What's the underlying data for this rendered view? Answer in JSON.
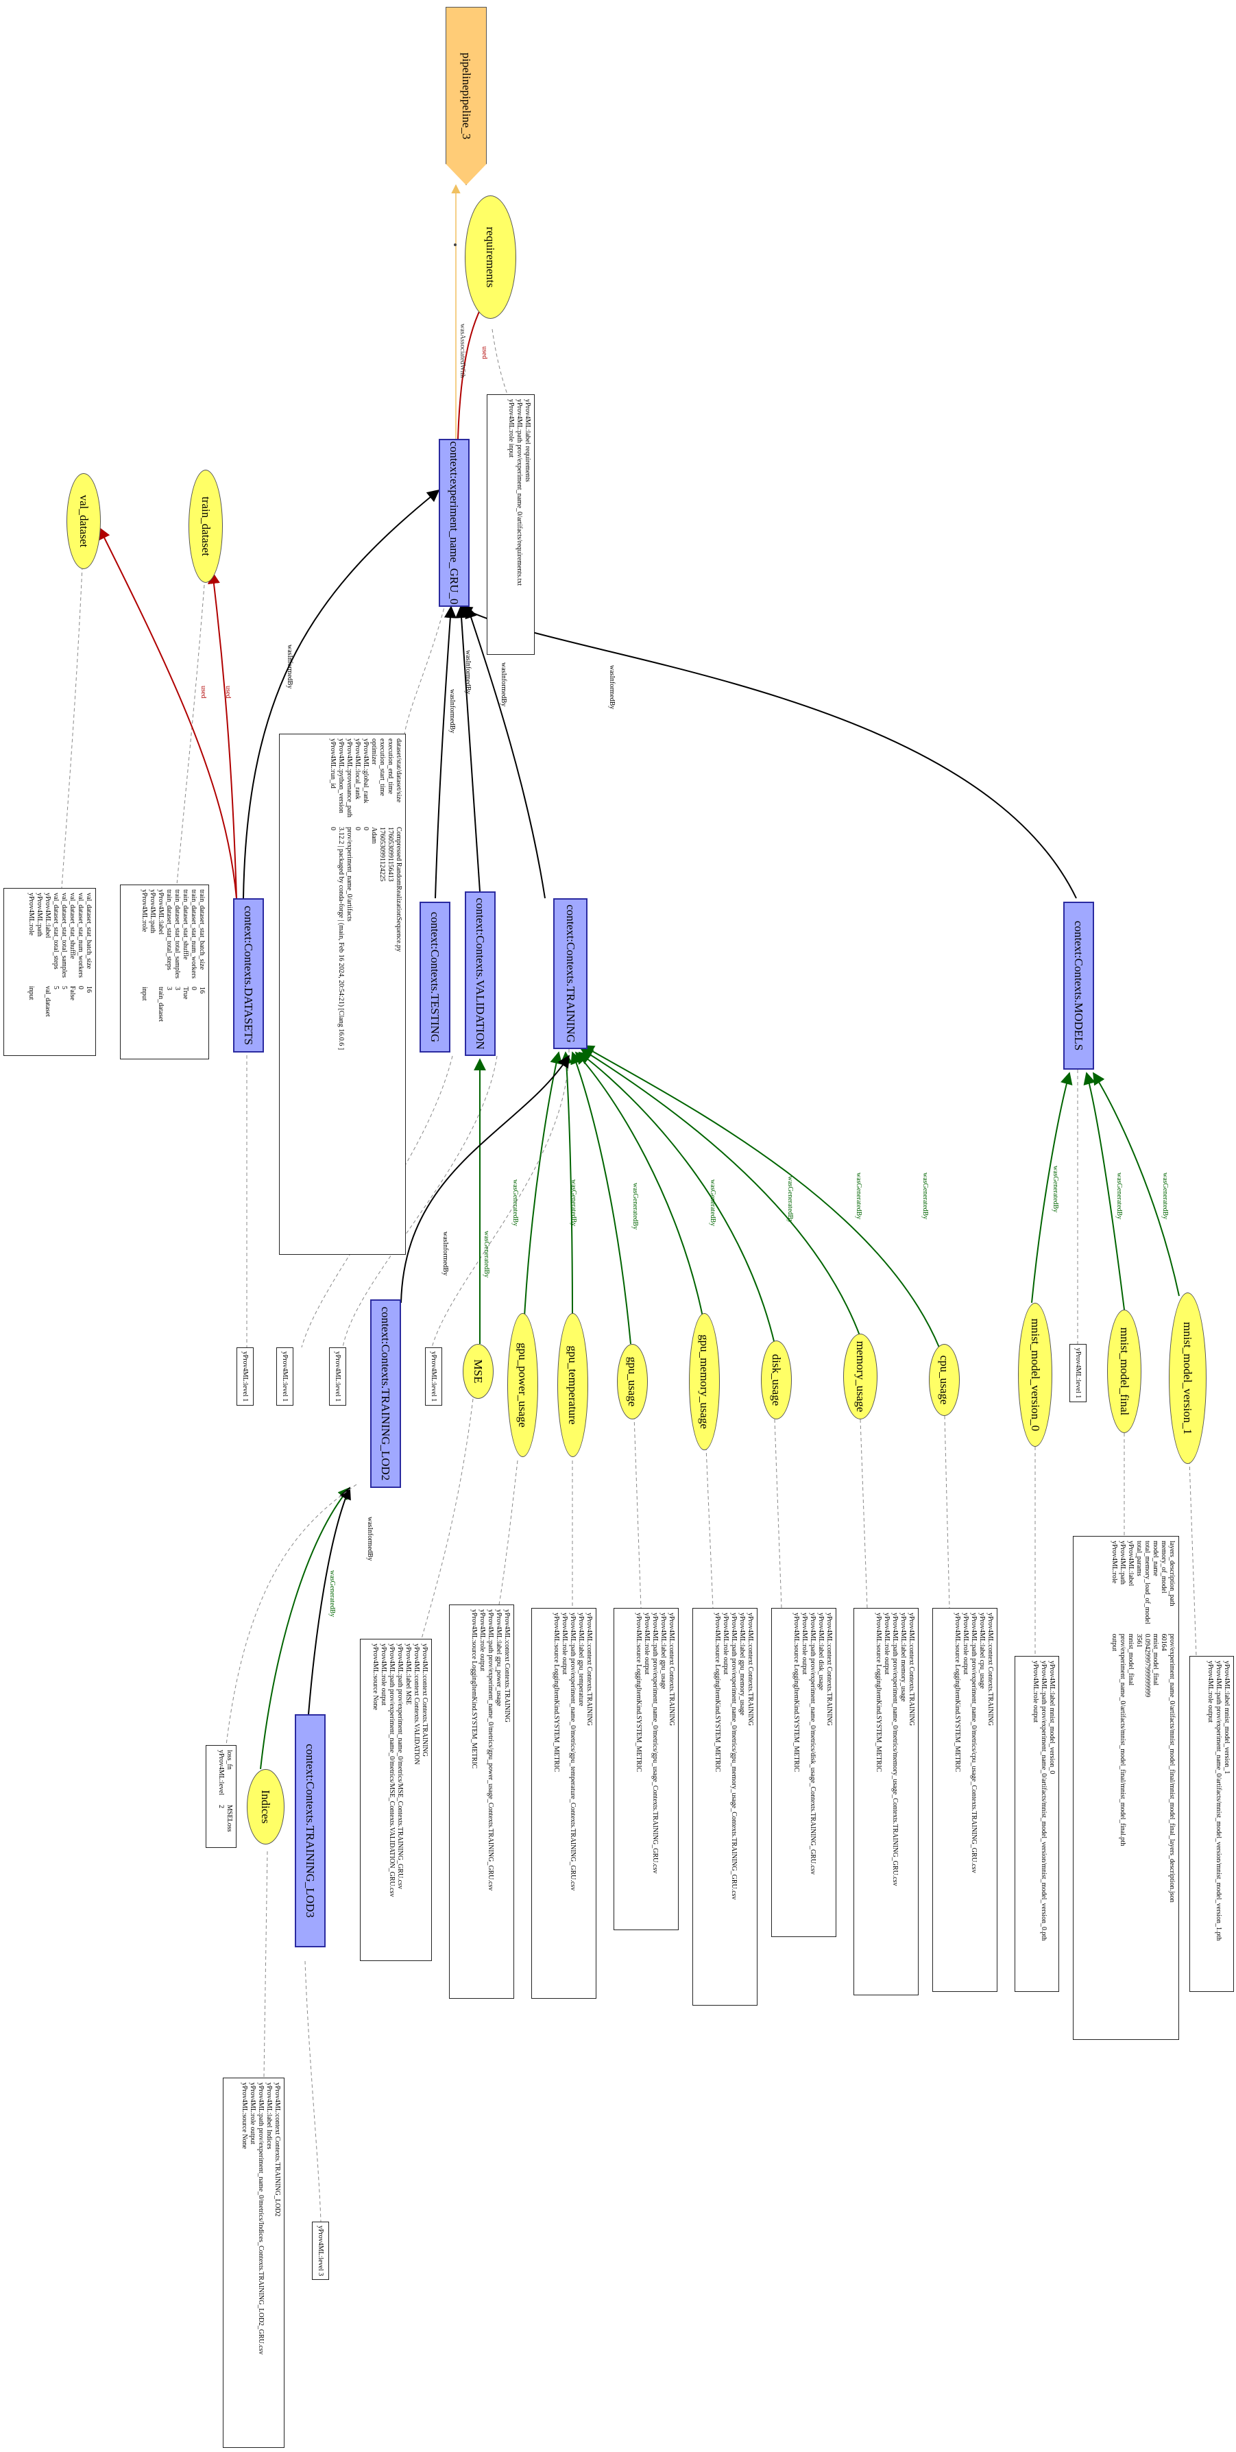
{
  "pipeline": {
    "label": "pipelinepipeline_3"
  },
  "experiment": {
    "label": "context:experiment_name_GRU_0"
  },
  "contexts": {
    "datasets": "context:Contexts.DATASETS",
    "testing": "context:Contexts.TESTING",
    "validation": "context:Contexts.VALIDATION",
    "training": "context:Contexts.TRAINING",
    "models": "context:Contexts.MODELS",
    "training_lod2": "context:Contexts.TRAINING_LOD2",
    "training_lod3": "context:Contexts.TRAINING_LOD3"
  },
  "artifacts": {
    "requirements": "requirements",
    "train_dataset": "train_dataset",
    "val_dataset": "val_dataset",
    "mse": "MSE",
    "gpu_power_usage": "gpu_power_usage",
    "gpu_temperature": "gpu_temperature",
    "gpu_usage": "gpu_usage",
    "gpu_memory_usage": "gpu_memory_usage",
    "disk_usage": "disk_usage",
    "memory_usage": "memory_usage",
    "cpu_usage": "cpu_usage",
    "mnist_model_version_0": "mnist_model_version_0",
    "mnist_model_final": "mnist_model_final",
    "mnist_model_version_1": "mnist_model_version_1",
    "indices": "Indices"
  },
  "edge_labels": {
    "was_associated_with": "wasAssociatedWith",
    "was_informed_by": "wasInformedBy",
    "used": "used",
    "was_generated_by": "wasGeneratedBy"
  },
  "notes": {
    "requirements": [
      "yProv4ML:label    requirements",
      "yProv4ML:path    prov/experiment_name_0/artifacts/requirements.txt",
      "yProv4ML:role    input"
    ],
    "experiment": [
      [
        "dataset/stat/dataset/size",
        "Compressed    RandomRealizationSequence.py"
      ],
      [
        "execution_end_time",
        "1760530991156413"
      ],
      [
        "execution_start_time",
        "1760530991124225"
      ],
      [
        "optimizer",
        "Adam"
      ],
      [
        "yProv4ML:global_rank",
        "0"
      ],
      [
        "yProv4ML:local_rank",
        "0"
      ],
      [
        "yProv4ML:provenance_path",
        "prov/experiment_name_0/artifacts"
      ],
      [
        "yProv4ML:python_version",
        "3.12.2 | packaged by conda-forge | (main, Feb 16 2024, 20:54:21) [Clang 16.0.6 ]"
      ],
      [
        "yProv4ML:run_id",
        "0"
      ]
    ],
    "train_dataset": [
      [
        "train_dataset_stat_batch_size",
        "16"
      ],
      [
        "train_dataset_stat_num_workers",
        "0"
      ],
      [
        "train_dataset_stat_shuffle",
        "True"
      ],
      [
        "train_dataset_stat_total_samples",
        "3"
      ],
      [
        "train_dataset_stat_total_steps",
        "3"
      ],
      [
        "yProv4ML:label",
        "train_dataset"
      ],
      [
        "yProv4ML:path",
        ""
      ],
      [
        "yProv4ML:role",
        "input"
      ]
    ],
    "val_dataset": [
      [
        "val_dataset_stat_batch_size",
        "16"
      ],
      [
        "val_dataset_stat_num_workers",
        "0"
      ],
      [
        "val_dataset_stat_shuffle",
        "False"
      ],
      [
        "val_dataset_stat_total_samples",
        "5"
      ],
      [
        "val_dataset_stat_total_steps",
        "5"
      ],
      [
        "yProv4ML:label",
        "val_dataset"
      ],
      [
        "yProv4ML:path",
        ""
      ],
      [
        "yProv4ML:role",
        "input"
      ]
    ],
    "mse": [
      "yProv4ML:context    Contexts.TRAINING",
      "yProv4ML:context    Contexts.VALIDATION",
      "yProv4ML:label    MSE",
      "yProv4ML:path    prov/experiment_name_0/metrics/MSE_Contexts.TRAINING_GRU.csv",
      "yProv4ML:path    prov/experiment_name_0/metrics/MSE_Contexts.VALIDATION_GRU.csv",
      "yProv4ML:role    output",
      "yProv4ML:source    None"
    ],
    "gpu_power_usage": [
      "yProv4ML:context  Contexts.TRAINING",
      "yProv4ML:label    gpu_power_usage",
      "yProv4ML:path    prov/experiment_name_0/metrics/gpu_power_usage_Contexts.TRAINING_GRU.csv",
      "yProv4ML:role    output",
      "yProv4ML:source    LoggingItemKind.SYSTEM_METRIC"
    ],
    "gpu_temperature": [
      "yProv4ML:context  Contexts.TRAINING",
      "yProv4ML:label    gpu_temperature",
      "yProv4ML:path    prov/experiment_name_0/metrics/gpu_temperature_Contexts.TRAINING_GRU.csv",
      "yProv4ML:role    output",
      "yProv4ML:source    LoggingItemKind.SYSTEM_METRIC"
    ],
    "gpu_usage": [
      "yProv4ML:context  Contexts.TRAINING",
      "yProv4ML:label    gpu_usage",
      "yProv4ML:path    prov/experiment_name_0/metrics/gpu_usage_Contexts.TRAINING_GRU.csv",
      "yProv4ML:role    output",
      "yProv4ML:source    LoggingItemKind.SYSTEM_METRIC"
    ],
    "gpu_memory_usage": [
      "yProv4ML:context  Contexts.TRAINING",
      "yProv4ML:label    gpu_memory_usage",
      "yProv4ML:path    prov/experiment_name_0/metrics/gpu_memory_usage_Contexts.TRAINING_GRU.csv",
      "yProv4ML:role    output",
      "yProv4ML:source    LoggingItemKind.SYSTEM_METRIC"
    ],
    "disk_usage": [
      "yProv4ML:context  Contexts.TRAINING",
      "yProv4ML:label    disk_usage",
      "yProv4ML:path    prov/experiment_name_0/metrics/disk_usage_Contexts.TRAINING_GRU.csv",
      "yProv4ML:role    output",
      "yProv4ML:source    LoggingItemKind.SYSTEM_METRIC"
    ],
    "memory_usage": [
      "yProv4ML:context  Contexts.TRAINING",
      "yProv4ML:label    memory_usage",
      "yProv4ML:path    prov/experiment_name_0/metrics/memory_usage_Contexts.TRAINING_GRU.csv",
      "yProv4ML:role    output",
      "yProv4ML:source    LoggingItemKind.SYSTEM_METRIC"
    ],
    "cpu_usage": [
      "yProv4ML:context  Contexts.TRAINING",
      "yProv4ML:label    cpu_usage",
      "yProv4ML:path    prov/experiment_name_0/metrics/cpu_usage_Contexts.TRAINING_GRU.csv",
      "yProv4ML:role    output",
      "yProv4ML:source    LoggingItemKind.SYSTEM_METRIC"
    ],
    "mnist_model_version_0": [
      "yProv4ML:label    mnist_model_version_0",
      "yProv4ML:path    prov/experiment_name_0/artifacts/mnist_model_version/mnist_model_version_0.pth",
      "yProv4ML:role    output"
    ],
    "mnist_model_final": [
      [
        "layers_description_path",
        "prov/experiment_name_0/artifacts/mnist_model_final/mnist_model_final_layers_description.json"
      ],
      [
        "memory_of_model",
        "60164"
      ],
      [
        "model_name",
        "mnist_model_final"
      ],
      [
        "total_memory_load_of_model",
        "0.09429997999999999"
      ],
      [
        "total_params",
        "3561"
      ],
      [
        "yProv4ML:label",
        "mnist_model_final"
      ],
      [
        "yProv4ML:path",
        "prov/experiment_name_0/artifacts/mnist_model_final/mnist_model_final.pth"
      ],
      [
        "yProv4ML:role",
        "output"
      ]
    ],
    "mnist_model_version_1": [
      "yProv4ML:label    mnist_model_version_1",
      "yProv4ML:path    prov/experiment_name_0/artifacts/mnist_model_version/mnist_model_version_1.pth",
      "yProv4ML:role    output"
    ],
    "indices": [
      "yProv4ML:context  Contexts.TRAINING_LOD2",
      "yProv4ML:label    Indices",
      "yProv4ML:path    prov/experiment_name_0/metrics/Indices_Contexts.TRAINING_LOD2_GRU.csv",
      "yProv4ML:role    output",
      "yProv4ML:source    None"
    ],
    "loss_fn": [
      [
        "loss_fn",
        "MSELoss"
      ],
      [
        "yProv4ML:level",
        "2"
      ]
    ]
  },
  "levels": {
    "datasets": "yProv4ML:level    1",
    "testing": "yProv4ML:level    1",
    "validation": "yProv4ML:level    1",
    "training": "yProv4ML:level    1",
    "models": "yProv4ML:level    1",
    "training_lod3": "yProv4ML:level    3"
  },
  "colors": {
    "activity": "#a0a8ff",
    "entity": "#ffff66",
    "agent": "#ffcc77",
    "used_edge": "#b00000",
    "generated_edge": "#006400",
    "informed_edge": "#000000",
    "associated_edge": "#f0c060"
  }
}
